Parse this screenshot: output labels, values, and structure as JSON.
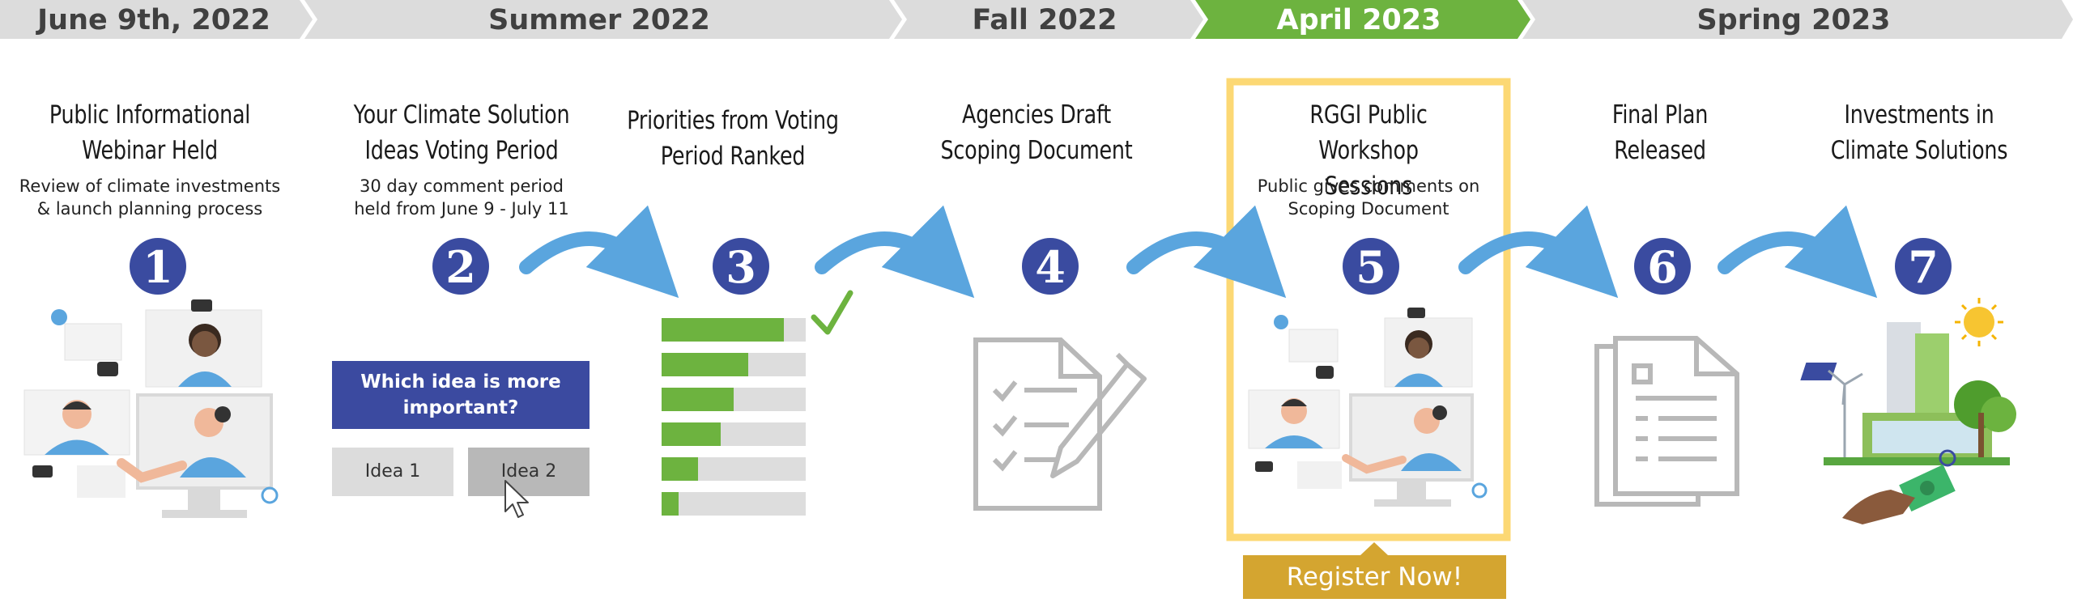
{
  "timeline": {
    "phases": [
      {
        "label": "June 9th, 2022",
        "active": false
      },
      {
        "label": "Summer 2022",
        "active": false
      },
      {
        "label": "Fall 2022",
        "active": false
      },
      {
        "label": "April 2023",
        "active": true
      },
      {
        "label": "Spring 2023",
        "active": false
      }
    ]
  },
  "steps": [
    {
      "number": "1",
      "title_line1": "Public Informational",
      "title_line2": "Webinar Held",
      "desc_line1": "Review of climate investments",
      "desc_line2": "& launch planning process"
    },
    {
      "number": "2",
      "title_line1": "Your Climate Solution",
      "title_line2": "Ideas Voting Period",
      "desc_line1": "30 day comment period",
      "desc_line2": "held from June 9 - July 11"
    },
    {
      "number": "3",
      "title_line1": "Priorities from Voting",
      "title_line2": "Period Ranked"
    },
    {
      "number": "4",
      "title_line1": "Agencies Draft",
      "title_line2": "Scoping Document"
    },
    {
      "number": "5",
      "title_line1": "RGGI Public Workshop",
      "title_line2": "Sessions",
      "desc_line1": "Public gives comments on",
      "desc_line2": "Scoping Document"
    },
    {
      "number": "6",
      "title_line1": "Final Plan",
      "title_line2": "Released"
    },
    {
      "number": "7",
      "title_line1": "Investments in",
      "title_line2": "Climate Solutions"
    }
  ],
  "voting": {
    "question": "Which idea is more important?",
    "option1": "Idea 1",
    "option2": "Idea 2"
  },
  "ranking_bars": [
    0.85,
    0.6,
    0.5,
    0.41,
    0.25,
    0.12
  ],
  "register_button": "Register Now!",
  "colors": {
    "phase_bar": "#dcdcdc",
    "active_phase": "#6db33f",
    "circle": "#3a4ba0",
    "arrow": "#5aa5de",
    "highlight_border": "#fcd874",
    "register": "#d4a530",
    "bar_green": "#6db33f",
    "bar_grey": "#dddddd"
  }
}
